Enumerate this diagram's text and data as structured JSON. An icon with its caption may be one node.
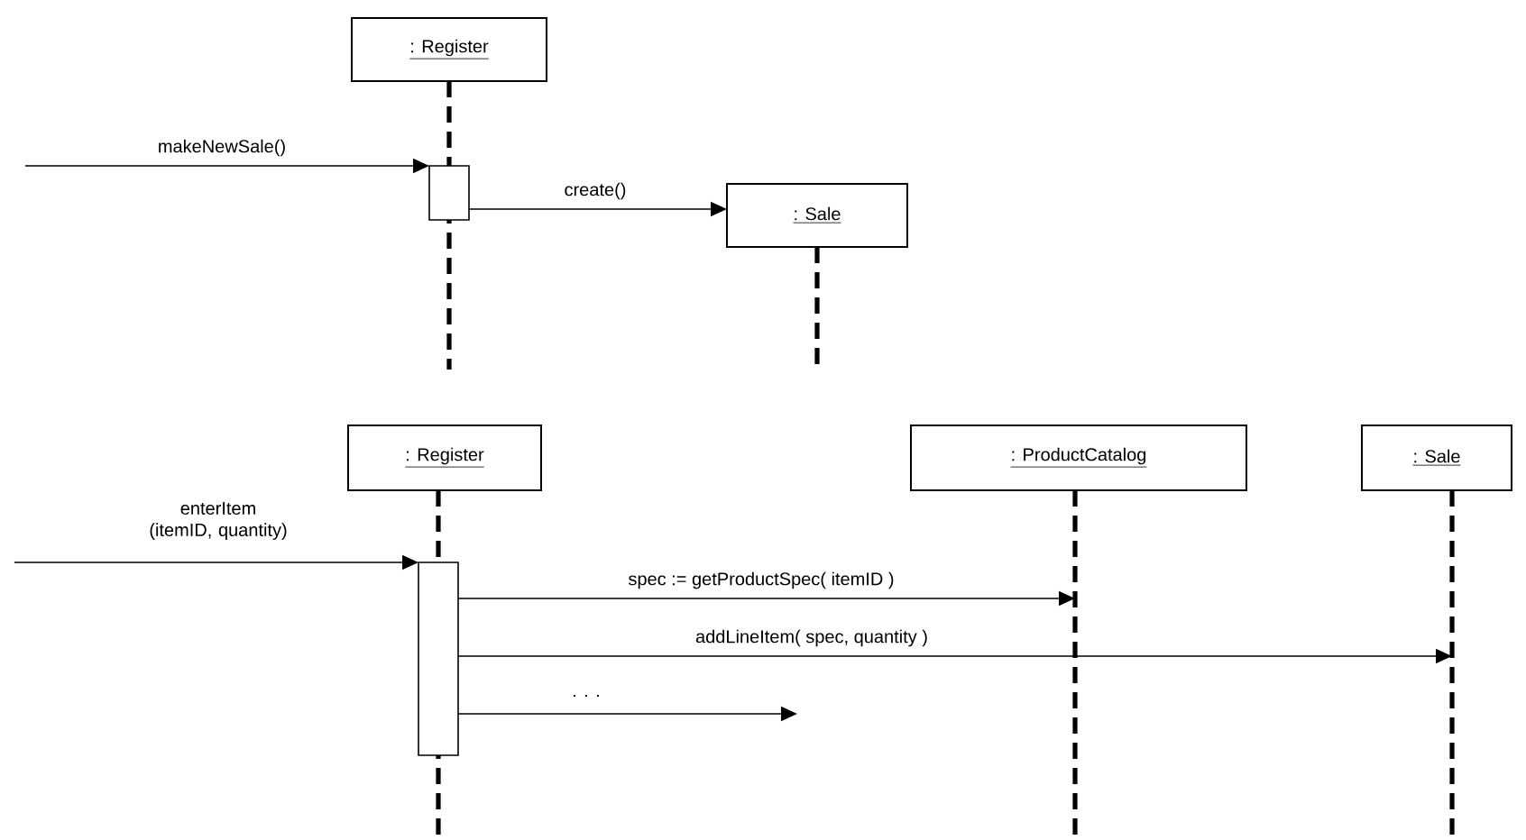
{
  "diagram": {
    "nodes": [
      {
        "text": [
          ": Register"
        ]
      },
      {
        "text": [],
        "shape": "bar",
        "in": 0
      },
      {
        "text": [
          ": Sale"
        ]
      },
      {
        "text": [
          ": Register"
        ]
      },
      {
        "text": [
          ": ProductCatalog"
        ]
      },
      {
        "text": [
          ": Sale"
        ]
      },
      {
        "text": [],
        "shape": "bar",
        "in": 3
      }
    ],
    "edges": [
      {
        "from": null,
        "to": 1,
        "arrow": "to",
        "label": "makeNewSale()"
      },
      {
        "from": 1,
        "to": 2,
        "arrow": "to",
        "label": "create()"
      },
      {
        "from": null,
        "to": 6,
        "arrow": "to",
        "label": "enterItem (itemID, quantity)"
      },
      {
        "from": 6,
        "to": 4,
        "arrow": "to",
        "label": "spec := getProductSpec( itemID )"
      },
      {
        "from": 6,
        "to": 5,
        "arrow": "to",
        "label": "addLineItem( spec, quantity )"
      },
      {
        "from": 6,
        "to": null,
        "arrow": "to",
        "label": ". . ."
      }
    ]
  }
}
